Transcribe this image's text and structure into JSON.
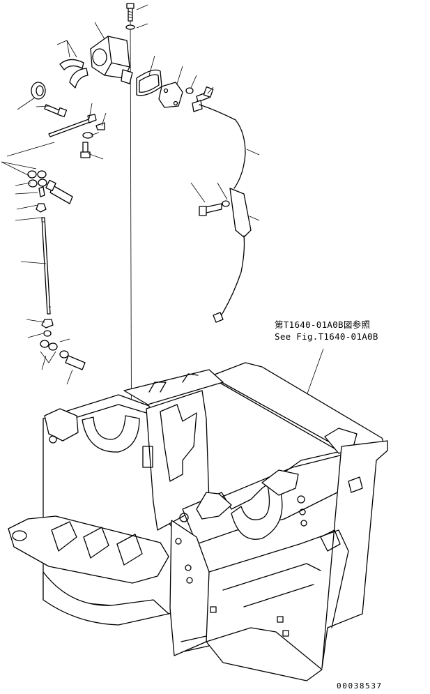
{
  "reference_note": {
    "line_jp": "第T1640-01A0B図参照",
    "line_en": "See Fig.T1640-01A0B"
  },
  "drawing_number": "00038537"
}
